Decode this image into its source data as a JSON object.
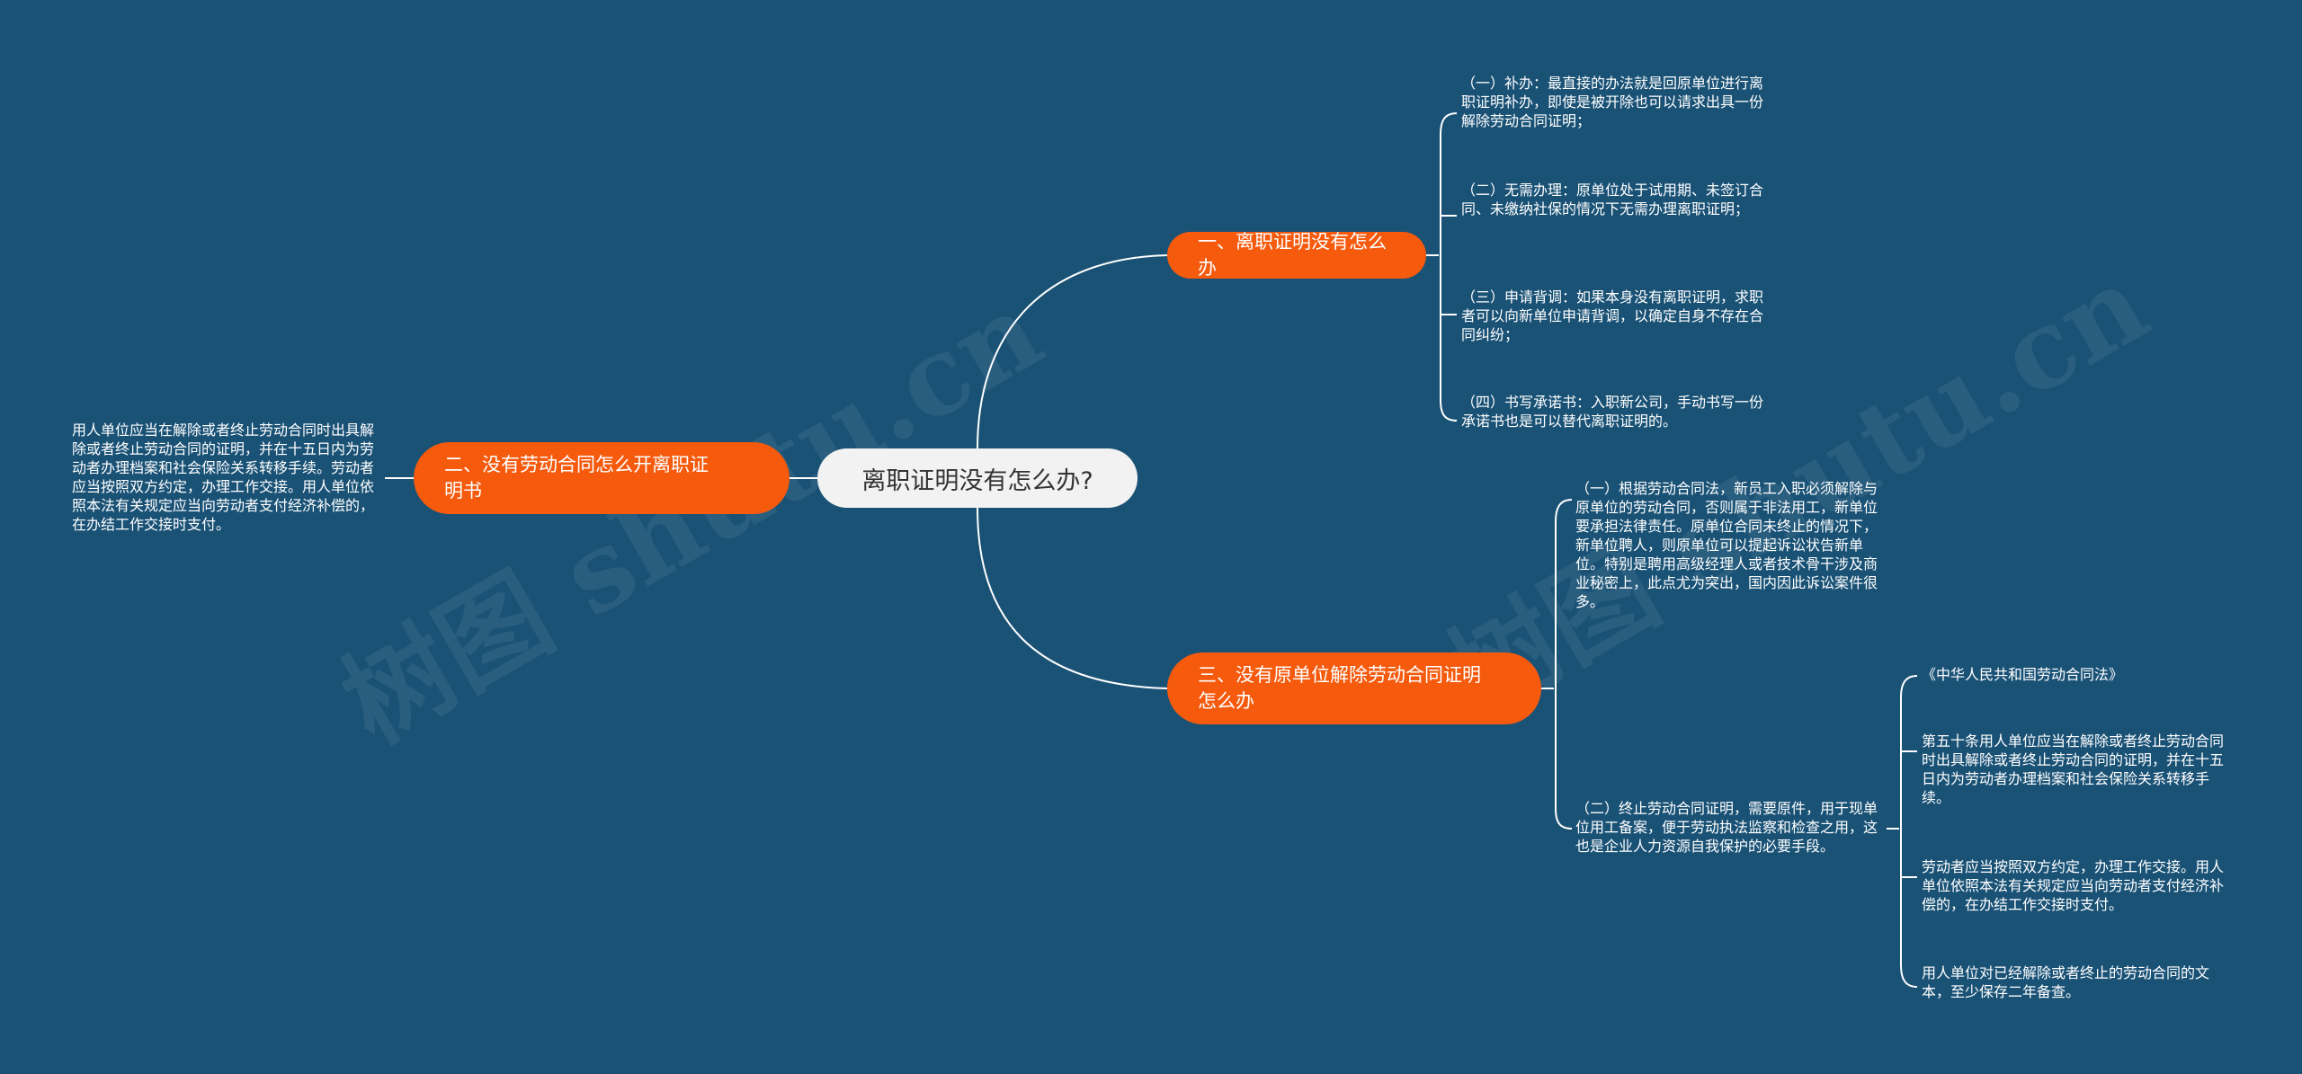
{
  "watermark": "树图 shutu.cn",
  "root": {
    "label": "离职证明没有怎么办?"
  },
  "branches": [
    {
      "label": "一、离职证明没有怎么办",
      "leaves": [
        "（一）补办：最直接的办法就是回原单位进行离职证明补办，即使是被开除也可以请求出具一份解除劳动合同证明；",
        "（二）无需办理：原单位处于试用期、未签订合同、未缴纳社保的情况下无需办理离职证明；",
        "（三）申请背调：如果本身没有离职证明，求职者可以向新单位申请背调，以确定自身不存在合同纠纷；",
        "（四）书写承诺书：入职新公司，手动书写一份承诺书也是可以替代离职证明的。"
      ]
    },
    {
      "label": "二、没有劳动合同怎么开离职证明书",
      "leaves": [
        "用人单位应当在解除或者终止劳动合同时出具解除或者终止劳动合同的证明，并在十五日内为劳动者办理档案和社会保险关系转移手续。劳动者应当按照双方约定，办理工作交接。用人单位依照本法有关规定应当向劳动者支付经济补偿的，在办结工作交接时支付。"
      ]
    },
    {
      "label": "三、没有原单位解除劳动合同证明怎么办",
      "leaves": [
        "（一）根据劳动合同法，新员工入职必须解除与原单位的劳动合同，否则属于非法用工，新单位要承担法律责任。原单位合同未终止的情况下，新单位聘人，则原单位可以提起诉讼状告新单位。特别是聘用高级经理人或者技术骨干涉及商业秘密上，此点尤为突出，国内因此诉讼案件很多。",
        "（二）终止劳动合同证明，需要原件，用于现单位用工备案，便于劳动执法监察和检查之用，这也是企业人力资源自我保护的必要手段。"
      ],
      "subleaves": [
        "《中华人民共和国劳动合同法》",
        "第五十条用人单位应当在解除或者终止劳动合同时出具解除或者终止劳动合同的证明，并在十五日内为劳动者办理档案和社会保险关系转移手续。",
        "劳动者应当按照双方约定，办理工作交接。用人单位依照本法有关规定应当向劳动者支付经济补偿的，在办结工作交接时支付。",
        "用人单位对已经解除或者终止的劳动合同的文本，至少保存二年备查。"
      ]
    }
  ]
}
